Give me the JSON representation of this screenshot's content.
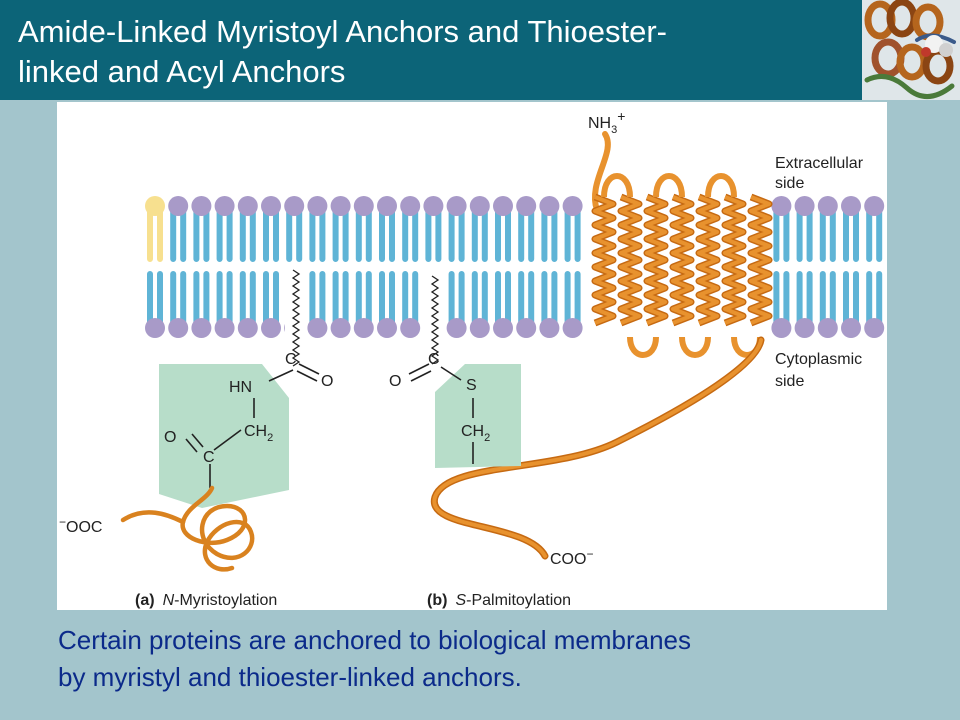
{
  "slide": {
    "title_line1": "Amide-Linked Myristoyl Anchors and Thioester-",
    "title_line2": "linked and Acyl Anchors",
    "caption_line1": "Certain proteins are anchored to biological membranes",
    "caption_line2": "by myristyl and thioester-linked anchors."
  },
  "figure": {
    "label_extracellular_1": "Extracellular",
    "label_extracellular_2": "side",
    "label_cytoplasmic_1": "Cytoplasmic",
    "label_cytoplasmic_2": "side",
    "n_terminus": "NH",
    "n_terminus_sub": "3",
    "n_terminus_sup": "+",
    "c_terminus_b": "COO",
    "c_terminus_b_sup": "−",
    "c_terminus_a_sup": "−",
    "c_terminus_a": "OOC",
    "panel_a_letter": "(a)",
    "panel_a_n": "N",
    "panel_a_name": "-Myristoylation",
    "panel_b_letter": "(b)",
    "panel_b_s": "S",
    "panel_b_name": "-Palmitoylation",
    "chem_a_c_top": "C",
    "chem_a_o_top": "O",
    "chem_a_hn": "HN",
    "chem_a_ch": "CH",
    "chem_a_ch_sub": "2",
    "chem_a_o_mid": "O",
    "chem_a_c_mid": "C",
    "chem_b_c": "C",
    "chem_b_o": "O",
    "chem_b_s": "S",
    "chem_b_ch": "CH",
    "chem_b_ch_sub": "2"
  },
  "colors": {
    "title_bar": "#0c6478",
    "background": "#a3c5cc",
    "caption_text": "#0b2a8a",
    "lipid_head": "#a89ac8",
    "lipid_tail": "#5fb4d6",
    "protein": "#e8922e",
    "anchor_box": "#b7ddc9",
    "lipid_highlight": "#f7e08f"
  }
}
